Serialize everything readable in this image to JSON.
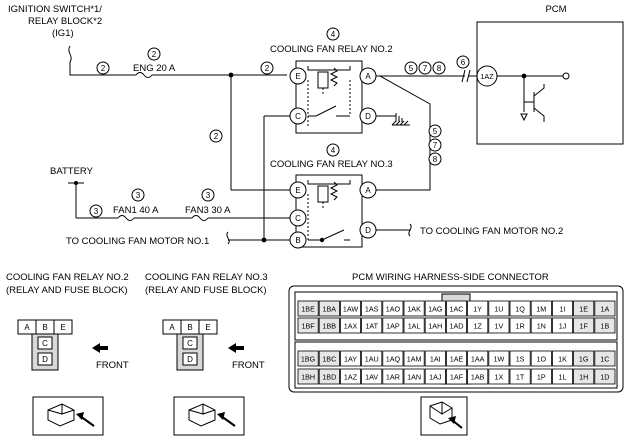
{
  "labels": {
    "ign_line1": "IGNITION SWITCH*1/",
    "ign_line2": "RELAY BLOCK*2",
    "ign_line3": "(IG1)",
    "pcm": "PCM",
    "fuse_eng": "ENG 20 A",
    "fuse_fan1": "FAN1 40 A",
    "fuse_fan3": "FAN3 30 A",
    "battery": "BATTERY",
    "relay2": "COOLING FAN RELAY NO.2",
    "relay3": "COOLING FAN RELAY NO.3",
    "motor1": "TO COOLING FAN MOTOR NO.1",
    "motor2": "TO COOLING FAN MOTOR NO.2",
    "pcm_terminal": "1AZ"
  },
  "callouts": {
    "n2": "2",
    "n3": "3",
    "n4": "4",
    "n5": "5",
    "n6": "6",
    "n7": "7",
    "n8": "8"
  },
  "relay_terminals": {
    "A": "A",
    "B": "B",
    "C": "C",
    "D": "D",
    "E": "E"
  },
  "connectors": {
    "relay2_title1": "COOLING FAN RELAY NO.2",
    "relay2_title2": "(RELAY AND FUSE BLOCK)",
    "relay3_title1": "COOLING FAN RELAY NO.3",
    "relay3_title2": "(RELAY AND FUSE BLOCK)",
    "pcm_title": "PCM WIRING HARNESS-SIDE CONNECTOR",
    "front": "FRONT",
    "relay_top": [
      "A",
      "B",
      "E"
    ],
    "relay_bottom": [
      "C",
      "D"
    ],
    "pcm_upper_row1": [
      "1BE",
      "1BA",
      "1AW",
      "1AS",
      "1AO",
      "1AK",
      "1AG",
      "1AC",
      "1Y",
      "1U",
      "1Q",
      "1M",
      "1I",
      "1E",
      "1A"
    ],
    "pcm_upper_row2": [
      "1BF",
      "1BB",
      "1AX",
      "1AT",
      "1AP",
      "1AL",
      "1AH",
      "1AD",
      "1Z",
      "1V",
      "1R",
      "1N",
      "1J",
      "1F",
      "1B"
    ],
    "pcm_lower_row1": [
      "1BG",
      "1BC",
      "1AY",
      "1AU",
      "1AQ",
      "1AM",
      "1AI",
      "1AE",
      "1AA",
      "1W",
      "1S",
      "1O",
      "1K",
      "1G",
      "1C"
    ],
    "pcm_lower_row2": [
      "1BH",
      "1BD",
      "1AZ",
      "1AV",
      "1AR",
      "1AN",
      "1AJ",
      "1AF",
      "1AB",
      "1X",
      "1T",
      "1P",
      "1L",
      "1H",
      "1D"
    ]
  }
}
